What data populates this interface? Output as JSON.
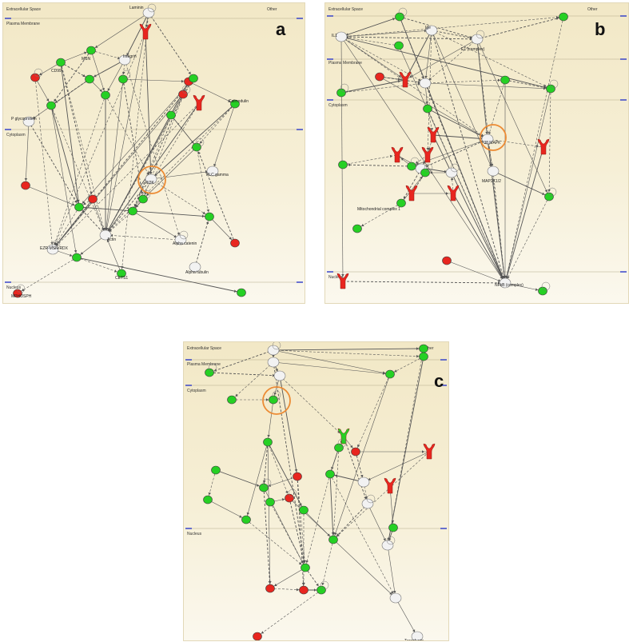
{
  "colors": {
    "up": "#e8261f",
    "down": "#26d024",
    "neutral": "#f2f2f2",
    "highlight": "#ec8b34",
    "edge": "#555555"
  },
  "panels": {
    "a": {
      "letter": "a",
      "regions": {
        "extracellular": "Extracellular Space",
        "other": "Other",
        "membrane": "Plasma Membrane",
        "cytoplasm": "Cytoplasm",
        "nucleus": "Nucleus"
      },
      "nodes": [
        {
          "label": "Laminin",
          "color": "neutral",
          "shape": "circle"
        },
        {
          "label": "",
          "color": "up",
          "shape": "receptor"
        },
        {
          "label": "CD99",
          "color": "down",
          "shape": "circle"
        },
        {
          "label": "MSN",
          "color": "down",
          "shape": "circle"
        },
        {
          "label": "",
          "color": "up",
          "shape": "circle"
        },
        {
          "label": "Integrin",
          "color": "neutral",
          "shape": "circle"
        },
        {
          "label": "",
          "color": "down",
          "shape": "circle"
        },
        {
          "label": "",
          "color": "down",
          "shape": "circle"
        },
        {
          "label": "",
          "color": "down",
          "shape": "circle"
        },
        {
          "label": "Calmodulin",
          "color": "down",
          "shape": "circle"
        },
        {
          "label": "P glycoprotein",
          "color": "neutral",
          "shape": "circle"
        },
        {
          "label": "",
          "color": "down",
          "shape": "circle"
        },
        {
          "label": "",
          "color": "up",
          "shape": "circle"
        },
        {
          "label": "",
          "color": "up",
          "shape": "circle"
        },
        {
          "label": "",
          "color": "down",
          "shape": "circle"
        },
        {
          "label": "",
          "color": "down",
          "shape": "circle"
        },
        {
          "label": "",
          "color": "down",
          "shape": "circle"
        },
        {
          "label": "",
          "color": "up",
          "shape": "receptor"
        },
        {
          "label": "",
          "color": "up",
          "shape": "circle"
        },
        {
          "label": "PI3K",
          "color": "neutral",
          "shape": "circle"
        },
        {
          "label": "",
          "color": "down",
          "shape": "circle"
        },
        {
          "label": "",
          "color": "down",
          "shape": "circle"
        },
        {
          "label": "Actin",
          "color": "neutral",
          "shape": "circle"
        },
        {
          "label": "",
          "color": "down",
          "shape": "circle"
        },
        {
          "label": "Alpha catenin",
          "color": "neutral",
          "shape": "circle"
        },
        {
          "label": "PLC gamma",
          "color": "neutral",
          "shape": "circle"
        },
        {
          "label": "",
          "color": "down",
          "shape": "circle"
        },
        {
          "label": "",
          "color": "up",
          "shape": "circle"
        },
        {
          "label": "EZR-MSN-RDX",
          "color": "neutral",
          "shape": "circle"
        },
        {
          "label": "",
          "color": "down",
          "shape": "circle"
        },
        {
          "label": "CETS1",
          "color": "down",
          "shape": "circle"
        },
        {
          "label": "Alpha tubulin",
          "color": "neutral",
          "shape": "circle"
        },
        {
          "label": "MPHOSPH",
          "color": "up",
          "shape": "circle"
        },
        {
          "label": "",
          "color": "down",
          "shape": "circle"
        },
        {
          "label": "",
          "color": "up",
          "shape": "circle"
        }
      ]
    },
    "b": {
      "letter": "b",
      "regions": {
        "extracellular": "Extracellular Space",
        "other": "Other",
        "membrane": "Plasma Membrane",
        "cytoplasm": "Cytoplasm",
        "nucleus": "Nucleus"
      },
      "nodes": [
        {
          "label": "",
          "color": "down",
          "shape": "circle"
        },
        {
          "label": "",
          "color": "down",
          "shape": "circle"
        },
        {
          "label": "IL1",
          "color": "neutral",
          "shape": "circle"
        },
        {
          "label": "Ige",
          "color": "neutral",
          "shape": "circle"
        },
        {
          "label": "E1 (complex)",
          "color": "neutral",
          "shape": "circle"
        },
        {
          "label": "",
          "color": "down",
          "shape": "circle"
        },
        {
          "label": "",
          "color": "up",
          "shape": "receptor"
        },
        {
          "label": "",
          "color": "up",
          "shape": "circle"
        },
        {
          "label": "",
          "color": "down",
          "shape": "circle"
        },
        {
          "label": "",
          "color": "neutral",
          "shape": "circle"
        },
        {
          "label": "",
          "color": "down",
          "shape": "circle"
        },
        {
          "label": "",
          "color": "down",
          "shape": "circle"
        },
        {
          "label": "",
          "color": "down",
          "shape": "circle"
        },
        {
          "label": "",
          "color": "up",
          "shape": "receptor"
        },
        {
          "label": "P38 MAPK",
          "color": "neutral",
          "shape": "circle"
        },
        {
          "label": "",
          "color": "up",
          "shape": "receptor"
        },
        {
          "label": "",
          "color": "down",
          "shape": "circle"
        },
        {
          "label": "",
          "color": "down",
          "shape": "circle"
        },
        {
          "label": "",
          "color": "up",
          "shape": "receptor"
        },
        {
          "label": "",
          "color": "neutral",
          "shape": "circle"
        },
        {
          "label": "",
          "color": "neutral",
          "shape": "circle"
        },
        {
          "label": "MAP2K1/2",
          "color": "neutral",
          "shape": "circle"
        },
        {
          "label": "",
          "color": "up",
          "shape": "receptor"
        },
        {
          "label": "Mitochondrial complex 1",
          "color": "down",
          "shape": "circle"
        },
        {
          "label": "",
          "color": "down",
          "shape": "circle"
        },
        {
          "label": "",
          "color": "up",
          "shape": "receptor"
        },
        {
          "label": "",
          "color": "up",
          "shape": "receptor"
        },
        {
          "label": "",
          "color": "down",
          "shape": "circle"
        },
        {
          "label": "",
          "color": "down",
          "shape": "circle"
        },
        {
          "label": "",
          "color": "up",
          "shape": "circle"
        },
        {
          "label": "",
          "color": "up",
          "shape": "receptor"
        },
        {
          "label": "NFkB (complex)",
          "color": "neutral",
          "shape": "circle"
        },
        {
          "label": "",
          "color": "down",
          "shape": "circle"
        }
      ]
    },
    "c": {
      "letter": "c",
      "regions": {
        "extracellular": "Extracellular Space",
        "other": "Other",
        "membrane": "Plasma Membrane",
        "cytoplasm": "Cytoplasm",
        "nucleus": "Nucleus"
      },
      "nodes": [
        {
          "label": "",
          "color": "neutral",
          "shape": "circle"
        },
        {
          "label": "",
          "color": "down",
          "shape": "circle"
        },
        {
          "label": "",
          "color": "down",
          "shape": "circle"
        },
        {
          "label": "",
          "color": "neutral",
          "shape": "circle"
        },
        {
          "label": "",
          "color": "down",
          "shape": "circle"
        },
        {
          "label": "",
          "color": "down",
          "shape": "circle"
        },
        {
          "label": "",
          "color": "neutral",
          "shape": "circle"
        },
        {
          "label": "",
          "color": "down",
          "shape": "circle"
        },
        {
          "label": "",
          "color": "down",
          "shape": "circle"
        },
        {
          "label": "",
          "color": "down",
          "shape": "circle"
        },
        {
          "label": "",
          "color": "down",
          "shape": "receptor"
        },
        {
          "label": "",
          "color": "up",
          "shape": "circle"
        },
        {
          "label": "",
          "color": "down",
          "shape": "circle"
        },
        {
          "label": "",
          "color": "up",
          "shape": "circle"
        },
        {
          "label": "",
          "color": "up",
          "shape": "receptor"
        },
        {
          "label": "",
          "color": "down",
          "shape": "circle"
        },
        {
          "label": "",
          "color": "down",
          "shape": "circle"
        },
        {
          "label": "",
          "color": "down",
          "shape": "circle"
        },
        {
          "label": "",
          "color": "neutral",
          "shape": "circle"
        },
        {
          "label": "",
          "color": "down",
          "shape": "circle"
        },
        {
          "label": "",
          "color": "neutral",
          "shape": "circle"
        },
        {
          "label": "",
          "color": "down",
          "shape": "circle"
        },
        {
          "label": "",
          "color": "down",
          "shape": "circle"
        },
        {
          "label": "",
          "color": "up",
          "shape": "receptor"
        },
        {
          "label": "",
          "color": "up",
          "shape": "circle"
        },
        {
          "label": "",
          "color": "down",
          "shape": "circle"
        },
        {
          "label": "",
          "color": "down",
          "shape": "circle"
        },
        {
          "label": "",
          "color": "down",
          "shape": "circle"
        },
        {
          "label": "",
          "color": "neutral",
          "shape": "circle"
        },
        {
          "label": "",
          "color": "down",
          "shape": "circle"
        },
        {
          "label": "",
          "color": "up",
          "shape": "circle"
        },
        {
          "label": "",
          "color": "up",
          "shape": "circle"
        },
        {
          "label": "",
          "color": "down",
          "shape": "circle"
        },
        {
          "label": "",
          "color": "neutral",
          "shape": "circle"
        },
        {
          "label": "Transferrin",
          "color": "neutral",
          "shape": "circle"
        },
        {
          "label": "",
          "color": "up",
          "shape": "circle"
        }
      ]
    }
  }
}
